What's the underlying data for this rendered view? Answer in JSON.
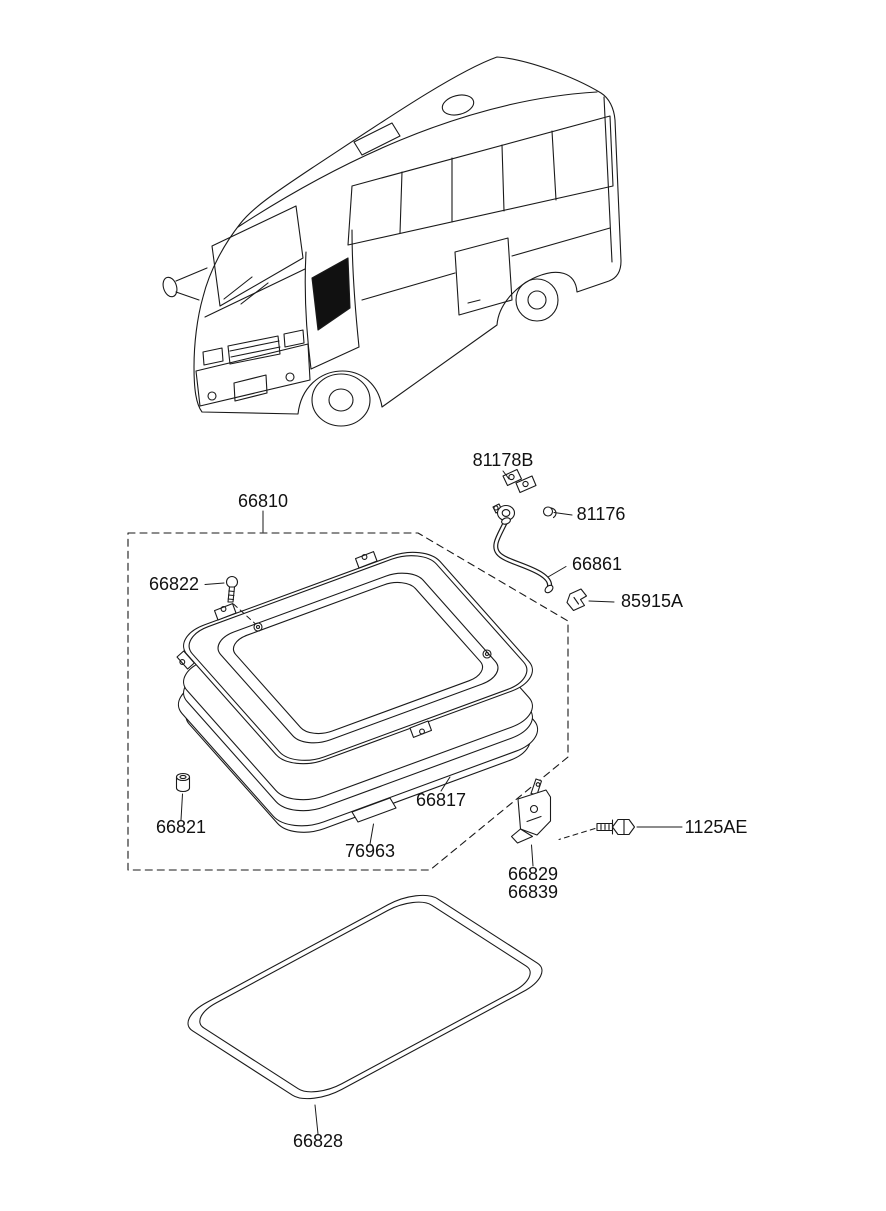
{
  "colors": {
    "background": "#ffffff",
    "line": "#1a1a1a",
    "glass_dark": "#111111"
  },
  "part_labels": {
    "n66810": "66810",
    "n66822": "66822",
    "n81178B": "81178B",
    "n81176": "81176",
    "n66861": "66861",
    "n85915A": "85915A",
    "n66817": "66817",
    "n66821": "66821",
    "n76963": "76963",
    "n1125AE": "1125AE",
    "n66829": "66829",
    "n66839": "66839",
    "n66828": "66828"
  }
}
